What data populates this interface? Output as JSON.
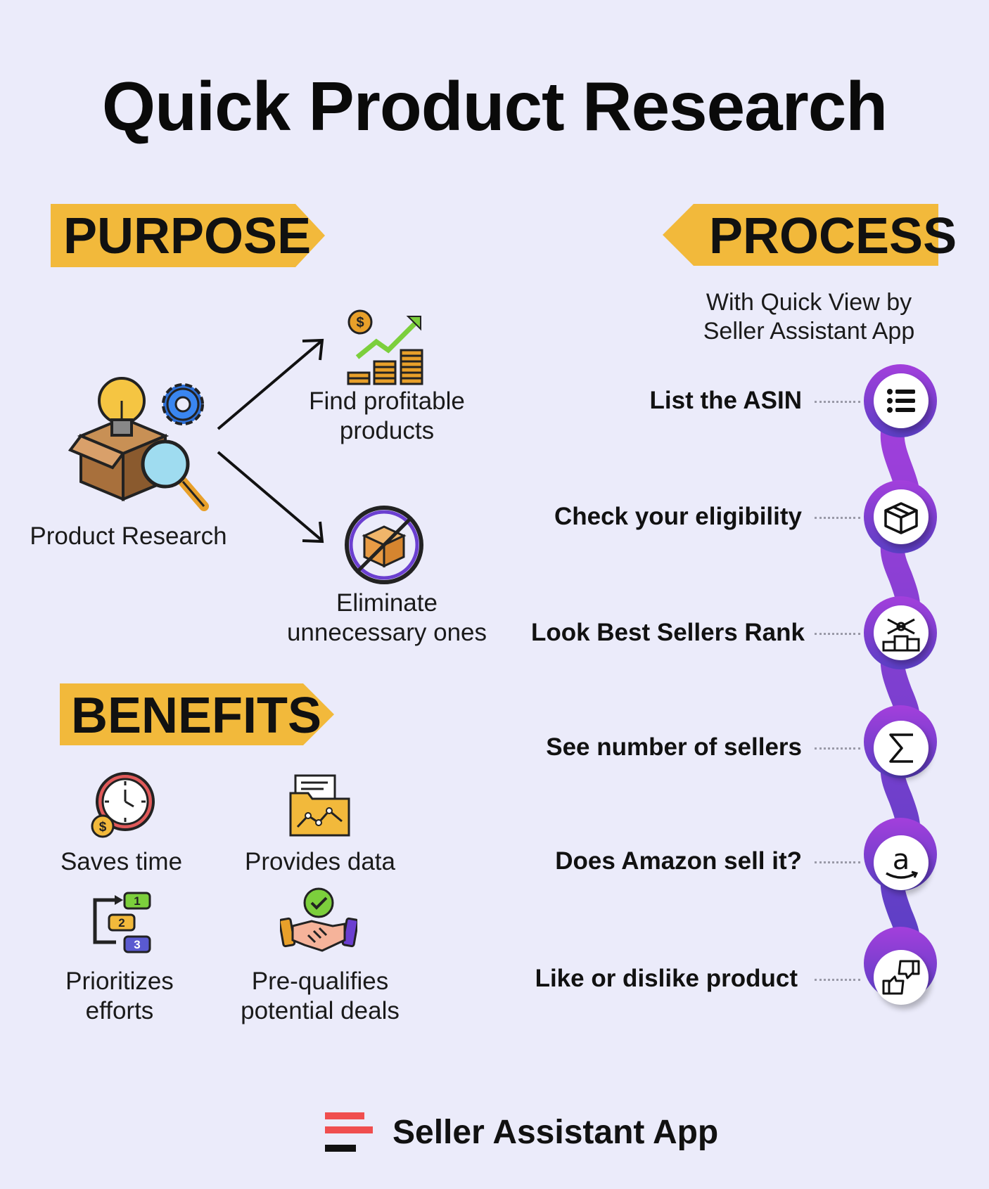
{
  "title": "Quick Product Research",
  "purpose": {
    "heading": "PURPOSE",
    "source_label": "Product Research",
    "outcomes": [
      {
        "label": "Find profitable products",
        "icon": "profit-chart-icon"
      },
      {
        "label": "Eliminate unnecessary ones",
        "icon": "crossed-box-icon"
      }
    ]
  },
  "process": {
    "heading": "PROCESS",
    "subtitle": "With Quick View by Seller Assistant App",
    "steps": [
      {
        "label": "List the ASIN",
        "icon": "list-icon"
      },
      {
        "label": "Check your eligibility",
        "icon": "box-icon"
      },
      {
        "label": "Look Best Sellers Rank",
        "icon": "podium-icon"
      },
      {
        "label": "See number of sellers",
        "icon": "sigma-icon"
      },
      {
        "label": "Does Amazon sell it?",
        "icon": "amazon-icon"
      },
      {
        "label": "Like or dislike product",
        "icon": "thumbs-icon"
      }
    ]
  },
  "benefits": {
    "heading": "BENEFITS",
    "items": [
      {
        "label": "Saves time",
        "icon": "clock-icon"
      },
      {
        "label": "Provides data",
        "icon": "data-folder-icon"
      },
      {
        "label": "Prioritizes efforts",
        "icon": "priority-list-icon"
      },
      {
        "label": "Pre-qualifies potential deals",
        "icon": "handshake-icon"
      }
    ]
  },
  "footer": {
    "brand": "Seller Assistant App",
    "icon": "brand-logo-icon"
  },
  "colors": {
    "background": "#ebebfa",
    "banner": "#f2b93b",
    "chain_top": "#a33fdc",
    "chain_bottom": "#5a3fc4",
    "brand_red": "#f04e4e"
  }
}
